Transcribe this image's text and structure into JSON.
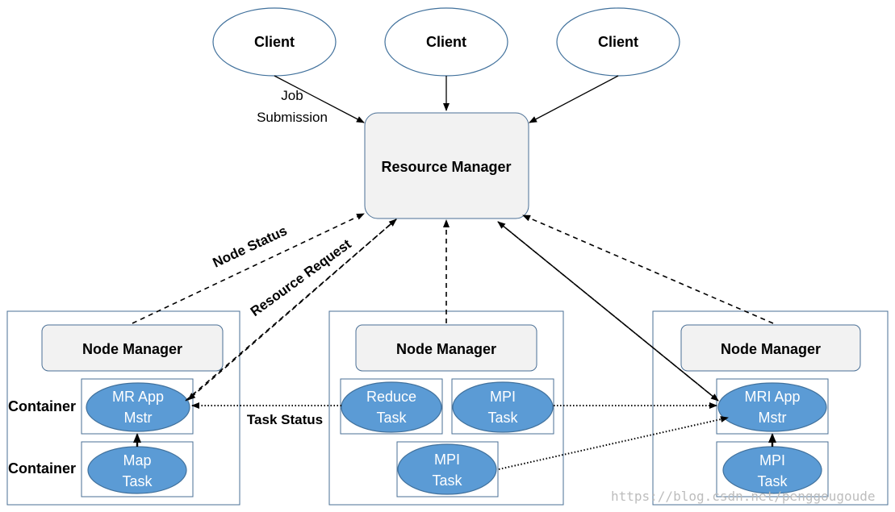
{
  "clients": [
    "Client",
    "Client",
    "Client"
  ],
  "resource_manager": "Resource Manager",
  "node_managers": [
    "Node Manager",
    "Node Manager",
    "Node Manager"
  ],
  "labels": {
    "job_submission_line1": "Job",
    "job_submission_line2": "Submission",
    "node_status": "Node Status",
    "resource_request": "Resource Request",
    "task_status": "Task Status",
    "container_1": "Container",
    "container_2": "Container"
  },
  "tasks": {
    "mr_app_mstr": [
      "MR App",
      "Mstr"
    ],
    "map_task": [
      "Map",
      "Task"
    ],
    "reduce_task": [
      "Reduce",
      "Task"
    ],
    "mpi_task_center_top": [
      "MPI",
      "Task"
    ],
    "mpi_task_center_bottom": [
      "MPI",
      "Task"
    ],
    "mri_app_mstr": [
      "MRI App",
      "Mstr"
    ],
    "mpi_task_right": [
      "MPI",
      "Task"
    ]
  },
  "watermark": "https://blog.csdn.net/penggougoude",
  "colors": {
    "task_fill": "#5b9bd5",
    "box_stroke": "#4a6f95",
    "node_manager_fill": "#f2f2f2"
  }
}
